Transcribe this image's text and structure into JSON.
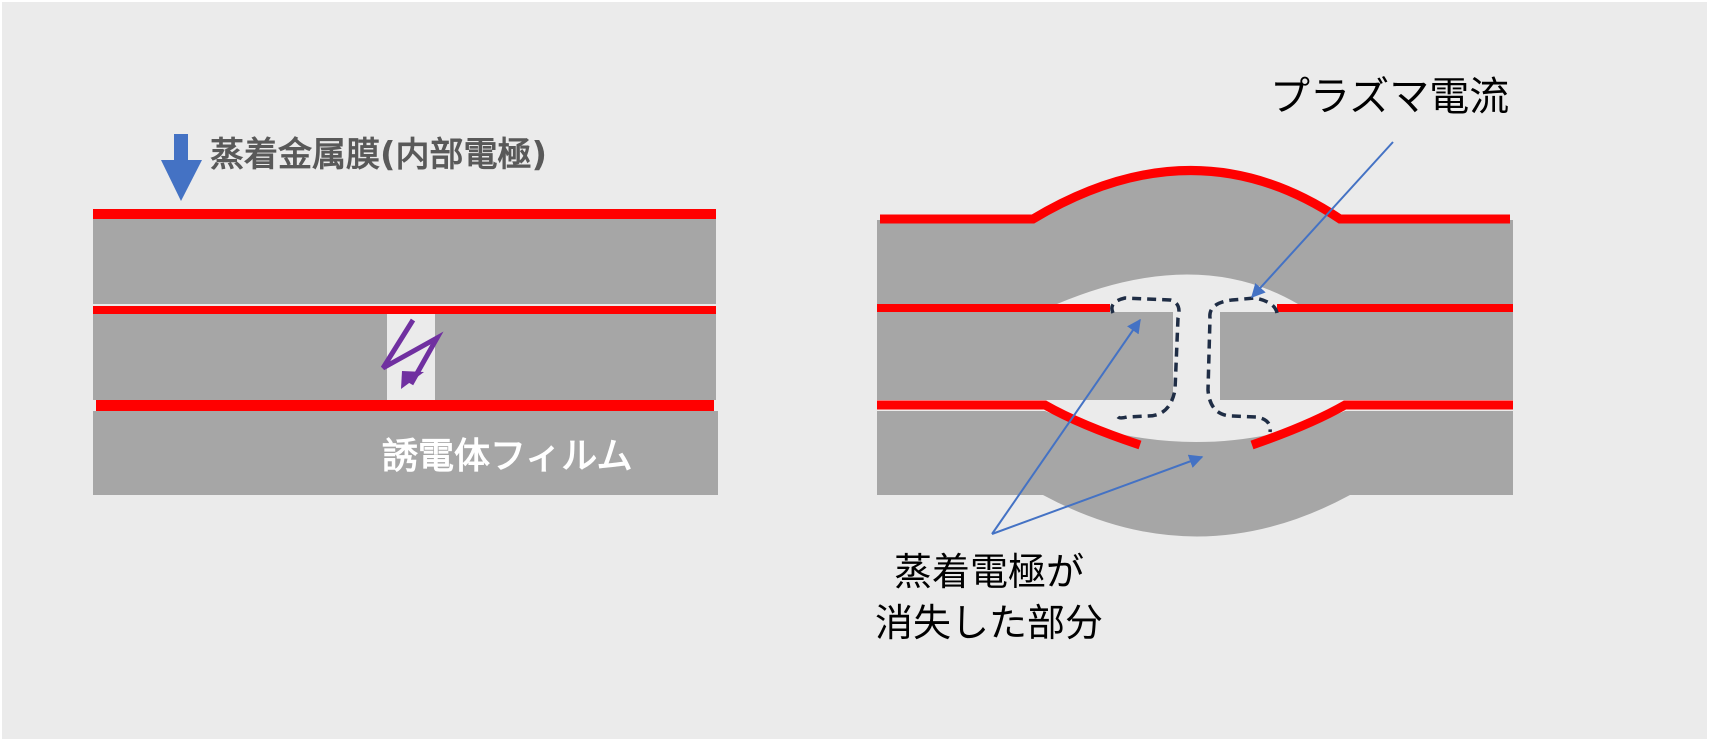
{
  "labels": {
    "electrode_label": "蒸着金属膜(内部電極)",
    "film_label": "誘電体フィルム",
    "plasma_label": "プラズマ電流",
    "lost_line1": "蒸着電極が",
    "lost_line2": "消失した部分"
  },
  "colors": {
    "background": "#ebebeb",
    "film": "#a6a6a6",
    "electrode": "#ff0000",
    "arrow_blue": "#4472c4",
    "spark": "#7030a0",
    "dash": "#1f2d45",
    "label_dark": "#595959",
    "label_white": "#ffffff",
    "text": "#000000"
  }
}
